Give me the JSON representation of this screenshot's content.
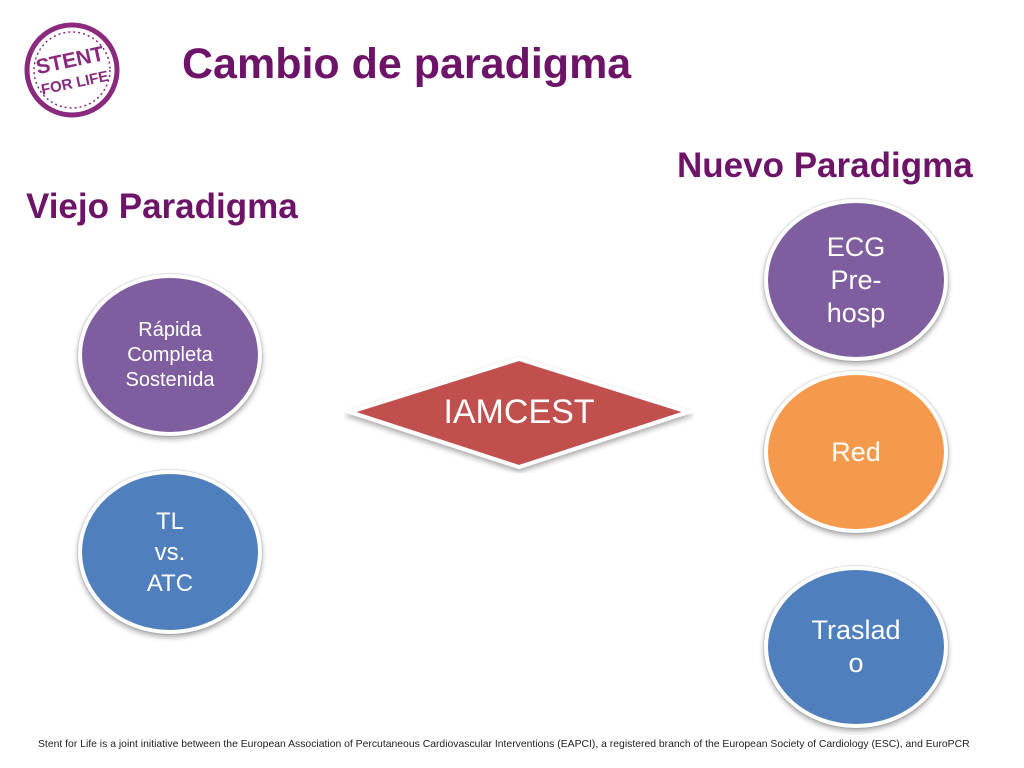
{
  "logo": {
    "line1": "STENT",
    "line2": "FOR LIFE",
    "color": "#8a2a7e"
  },
  "title": "Cambio de paradigma",
  "headings": {
    "new": "Nuevo Paradigma",
    "old": "Viejo Paradigma"
  },
  "old_paradigm_nodes": [
    {
      "label": "Rápida\nCompleta\nSostenida",
      "color": "#7f5ea0"
    },
    {
      "label": "TL\nvs.\nATC",
      "color": "#4f7fbc"
    }
  ],
  "center_node": {
    "label": "IAMCEST",
    "color": "#c0504d"
  },
  "new_paradigm_nodes": [
    {
      "label": "ECG\nPre-\nhosp",
      "color": "#7f5ea0"
    },
    {
      "label": "Red",
      "color": "#f59a4c"
    },
    {
      "label": "Traslad\no",
      "color": "#4f7fbc"
    }
  ],
  "footer": "Stent for Life is a joint initiative between the European Association of Percutaneous Cardiovascular Interventions (EAPCI), a registered branch of the European Society of Cardiology (ESC), and EuroPCR",
  "colors": {
    "title": "#6e1468",
    "accent_purple": "#7f5ea0",
    "accent_blue": "#4f7fbc",
    "accent_orange": "#f59a4c",
    "accent_red": "#c0504d"
  }
}
